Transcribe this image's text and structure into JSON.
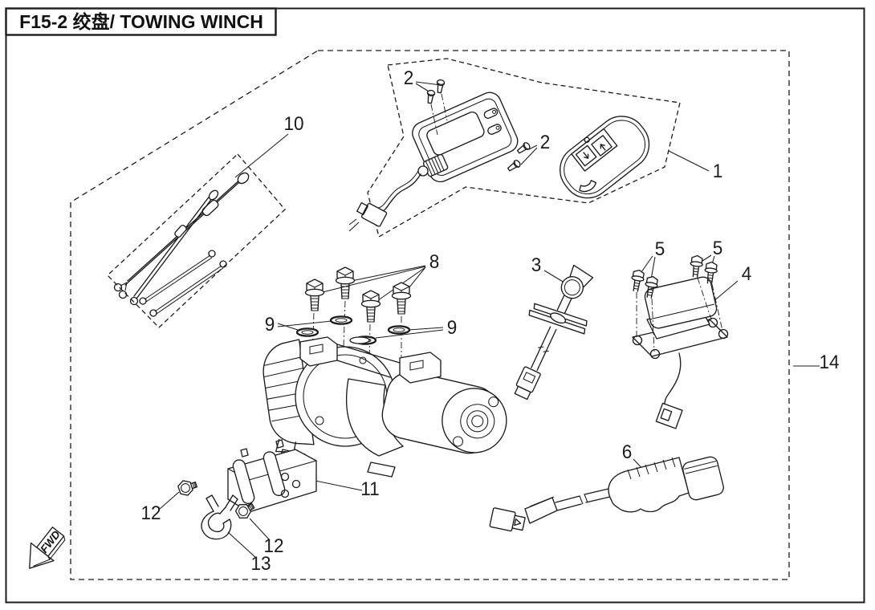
{
  "page": {
    "title": "F15-2 绞盘/ TOWING WINCH",
    "fwd_label": "FWD"
  },
  "callouts": [
    {
      "num": "2"
    },
    {
      "num": "2"
    },
    {
      "num": "1"
    },
    {
      "num": "10"
    },
    {
      "num": "3"
    },
    {
      "num": "5"
    },
    {
      "num": "5"
    },
    {
      "num": "4"
    },
    {
      "num": "8"
    },
    {
      "num": "9"
    },
    {
      "num": "9"
    },
    {
      "num": "14"
    },
    {
      "num": "6"
    },
    {
      "num": "11"
    },
    {
      "num": "12"
    },
    {
      "num": "12"
    },
    {
      "num": "13"
    }
  ]
}
